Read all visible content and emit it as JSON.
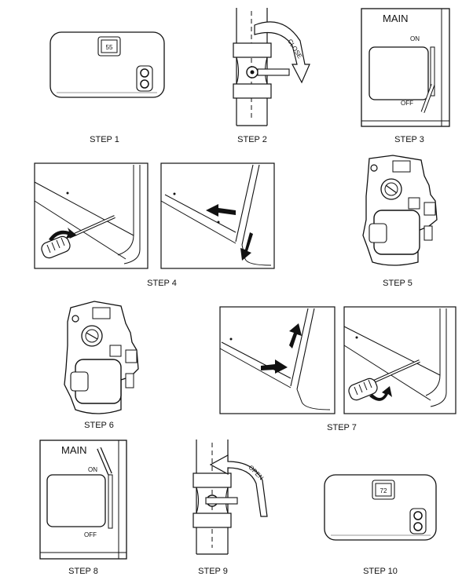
{
  "steps": [
    {
      "label": "STEP 1",
      "thermostat_value": "55"
    },
    {
      "label": "STEP 2",
      "valve_arrow_text": "CLOSE"
    },
    {
      "label": "STEP 3",
      "switch_title": "MAIN",
      "on_text": "ON",
      "off_text": "OFF"
    },
    {
      "label": "STEP 4"
    },
    {
      "label": "STEP 5"
    },
    {
      "label": "STEP 6"
    },
    {
      "label": "STEP 7"
    },
    {
      "label": "STEP 8",
      "switch_title": "MAIN",
      "on_text": "ON",
      "off_text": "OFF"
    },
    {
      "label": "STEP 9",
      "valve_arrow_text": "OPEN"
    },
    {
      "label": "STEP 10",
      "thermostat_value": "72"
    }
  ],
  "icons": {
    "screwdriver": "screwdriver-icon",
    "rotation_arrow": "rotate-arrow-icon",
    "straight_arrow": "arrow-icon",
    "gas_valve": "gas-valve-icon"
  }
}
